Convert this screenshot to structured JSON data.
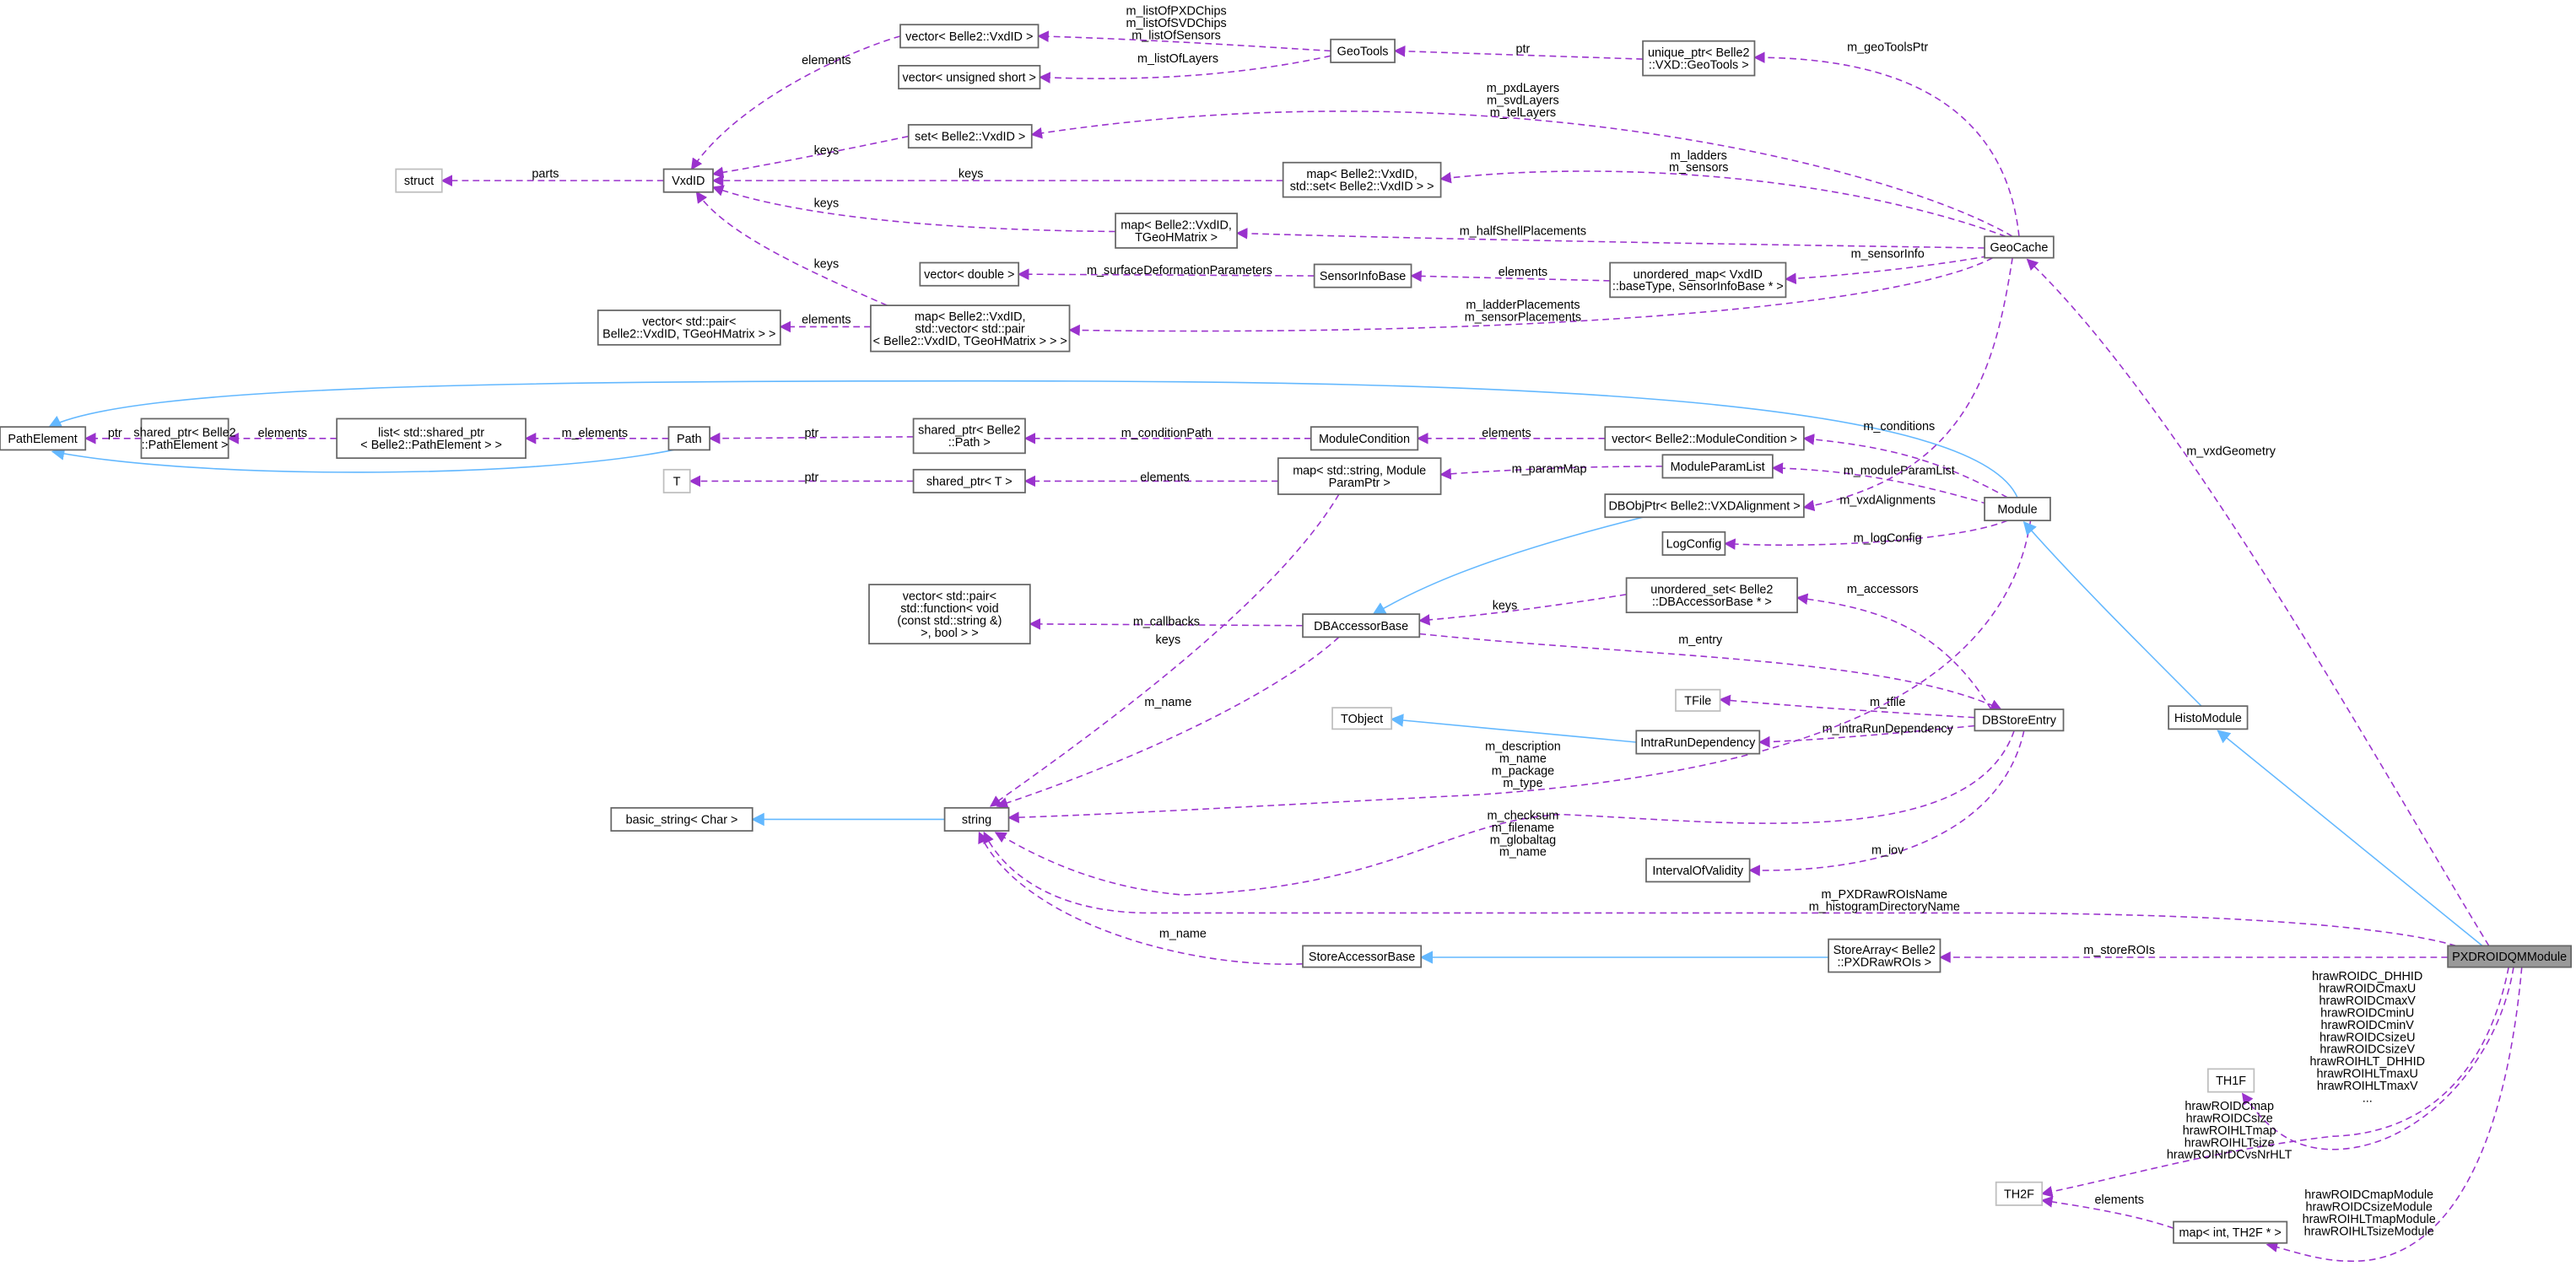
{
  "title": "PXDROIDQMModule",
  "colors": {
    "usage_edge": "#9a32cd",
    "inheritance_edge": "#63b8ff",
    "node_border": "#666666",
    "external_node_border": "#bfbfbf",
    "highlight_fill": "#999999"
  },
  "nodes": [
    {
      "id": "PathElement",
      "lines": [
        "PathElement"
      ]
    },
    {
      "id": "sharedPE",
      "lines": [
        "shared_ptr< Belle2",
        "::PathElement >"
      ]
    },
    {
      "id": "listPE",
      "lines": [
        "list< std::shared_ptr",
        "< Belle2::PathElement > >"
      ]
    },
    {
      "id": "Path",
      "lines": [
        "Path"
      ]
    },
    {
      "id": "T",
      "lines": [
        "T"
      ],
      "external": true
    },
    {
      "id": "struct",
      "lines": [
        "struct"
      ],
      "external": true
    },
    {
      "id": "VxdID",
      "lines": [
        "VxdID"
      ]
    },
    {
      "id": "vecVxd",
      "lines": [
        "vector< Belle2::VxdID >"
      ]
    },
    {
      "id": "vecUShort",
      "lines": [
        "vector< unsigned short >"
      ]
    },
    {
      "id": "setVxd",
      "lines": [
        "set< Belle2::VxdID >"
      ]
    },
    {
      "id": "GeoTools",
      "lines": [
        "GeoTools"
      ]
    },
    {
      "id": "uniqueGeoTools",
      "lines": [
        "unique_ptr< Belle2",
        "::VXD::GeoTools >"
      ]
    },
    {
      "id": "mapSet",
      "lines": [
        "map< Belle2::VxdID,",
        "std::set< Belle2::VxdID > >"
      ]
    },
    {
      "id": "mapTGeo",
      "lines": [
        "map< Belle2::VxdID,",
        "TGeoHMatrix >"
      ]
    },
    {
      "id": "GeoCache",
      "lines": [
        "GeoCache"
      ]
    },
    {
      "id": "vecDouble",
      "lines": [
        "vector< double >"
      ]
    },
    {
      "id": "SensorInfoBase",
      "lines": [
        "SensorInfoBase"
      ]
    },
    {
      "id": "umapSensor",
      "lines": [
        "unordered_map< VxdID",
        "::baseType, SensorInfoBase * >"
      ]
    },
    {
      "id": "vecPair",
      "lines": [
        "vector< std::pair<",
        "Belle2::VxdID, TGeoHMatrix > >"
      ]
    },
    {
      "id": "mapVec",
      "lines": [
        "map< Belle2::VxdID,",
        "std::vector< std::pair",
        "< Belle2::VxdID, TGeoHMatrix > > >"
      ]
    },
    {
      "id": "sharedPath",
      "lines": [
        "shared_ptr< Belle2",
        "::Path >"
      ]
    },
    {
      "id": "sharedT",
      "lines": [
        "shared_ptr< T >"
      ]
    },
    {
      "id": "ModuleCondition",
      "lines": [
        "ModuleCondition"
      ]
    },
    {
      "id": "vecMC",
      "lines": [
        "vector< Belle2::ModuleCondition >"
      ]
    },
    {
      "id": "mapParam",
      "lines": [
        "map< std::string, Module",
        "ParamPtr >"
      ]
    },
    {
      "id": "ModuleParamList",
      "lines": [
        "ModuleParamList"
      ]
    },
    {
      "id": "Module",
      "lines": [
        "Module"
      ]
    },
    {
      "id": "DBObjPtr",
      "lines": [
        "DBObjPtr< Belle2::VXDAlignment >"
      ]
    },
    {
      "id": "LogConfig",
      "lines": [
        "LogConfig"
      ]
    },
    {
      "id": "vecFunc",
      "lines": [
        "vector< std::pair<",
        "std::function< void",
        "(const std::string &)",
        ">, bool > >"
      ]
    },
    {
      "id": "DBAccessorBase",
      "lines": [
        "DBAccessorBase"
      ]
    },
    {
      "id": "usetDBA",
      "lines": [
        "unordered_set< Belle2",
        "::DBAccessorBase * >"
      ]
    },
    {
      "id": "TFile",
      "lines": [
        "TFile"
      ],
      "external": true
    },
    {
      "id": "TObject",
      "lines": [
        "TObject"
      ],
      "external": true
    },
    {
      "id": "IntraRunDependency",
      "lines": [
        "IntraRunDependency"
      ]
    },
    {
      "id": "DBStoreEntry",
      "lines": [
        "DBStoreEntry"
      ]
    },
    {
      "id": "basicString",
      "lines": [
        "basic_string< Char >"
      ]
    },
    {
      "id": "string",
      "lines": [
        "string"
      ]
    },
    {
      "id": "IntervalOfValidity",
      "lines": [
        "IntervalOfValidity"
      ]
    },
    {
      "id": "StoreAccessorBase",
      "lines": [
        "StoreAccessorBase"
      ]
    },
    {
      "id": "StoreArray",
      "lines": [
        "StoreArray< Belle2",
        "::PXDRawROIs >"
      ]
    },
    {
      "id": "HistoModule",
      "lines": [
        "HistoModule"
      ]
    },
    {
      "id": "PXDROIDQMModule",
      "lines": [
        "PXDROIDQMModule"
      ],
      "highlighted": true
    },
    {
      "id": "TH1F",
      "lines": [
        "TH1F"
      ],
      "external": true
    },
    {
      "id": "TH2F",
      "lines": [
        "TH2F"
      ],
      "external": true
    },
    {
      "id": "mapIntTH2F",
      "lines": [
        "map< int, TH2F * >"
      ]
    }
  ],
  "edges": [
    {
      "from": "VxdID",
      "to": "struct",
      "kind": "usage",
      "label": [
        "parts"
      ]
    },
    {
      "from": "vecVxd",
      "to": "VxdID",
      "kind": "usage",
      "label": [
        "elements"
      ]
    },
    {
      "from": "setVxd",
      "to": "VxdID",
      "kind": "usage",
      "label": [
        "keys"
      ]
    },
    {
      "from": "mapSet",
      "to": "VxdID",
      "kind": "usage",
      "label": [
        "keys"
      ]
    },
    {
      "from": "mapTGeo",
      "to": "VxdID",
      "kind": "usage",
      "label": [
        "keys"
      ]
    },
    {
      "from": "mapVec",
      "to": "VxdID",
      "kind": "usage",
      "label": [
        "keys"
      ]
    },
    {
      "from": "mapVec",
      "to": "vecPair",
      "kind": "usage",
      "label": [
        "elements"
      ]
    },
    {
      "from": "GeoTools",
      "to": "vecVxd",
      "kind": "usage",
      "label": [
        "m_listOfPXDChips",
        "m_listOfSVDChips",
        "m_listOfSensors"
      ]
    },
    {
      "from": "GeoTools",
      "to": "vecUShort",
      "kind": "usage",
      "label": [
        "m_listOfLayers"
      ]
    },
    {
      "from": "uniqueGeoTools",
      "to": "GeoTools",
      "kind": "usage",
      "label": [
        "ptr"
      ]
    },
    {
      "from": "GeoCache",
      "to": "uniqueGeoTools",
      "kind": "usage",
      "label": [
        "m_geoToolsPtr"
      ]
    },
    {
      "from": "GeoCache",
      "to": "setVxd",
      "kind": "usage",
      "label": [
        "m_pxdLayers",
        "m_svdLayers",
        "m_telLayers"
      ]
    },
    {
      "from": "GeoCache",
      "to": "mapSet",
      "kind": "usage",
      "label": [
        "m_ladders",
        "m_sensors"
      ]
    },
    {
      "from": "GeoCache",
      "to": "mapTGeo",
      "kind": "usage",
      "label": [
        "m_halfShellPlacements"
      ]
    },
    {
      "from": "GeoCache",
      "to": "umapSensor",
      "kind": "usage",
      "label": [
        "m_sensorInfo"
      ]
    },
    {
      "from": "umapSensor",
      "to": "SensorInfoBase",
      "kind": "usage",
      "label": [
        "elements"
      ]
    },
    {
      "from": "SensorInfoBase",
      "to": "vecDouble",
      "kind": "usage",
      "label": [
        "m_surfaceDeformationParameters"
      ]
    },
    {
      "from": "GeoCache",
      "to": "mapVec",
      "kind": "usage",
      "label": [
        "m_ladderPlacements",
        "m_sensorPlacements"
      ]
    },
    {
      "from": "sharedPE",
      "to": "PathElement",
      "kind": "usage",
      "label": [
        "ptr"
      ]
    },
    {
      "from": "listPE",
      "to": "sharedPE",
      "kind": "usage",
      "label": [
        "elements"
      ]
    },
    {
      "from": "Path",
      "to": "listPE",
      "kind": "usage",
      "label": [
        "m_elements"
      ]
    },
    {
      "from": "Path",
      "to": "PathElement",
      "kind": "inheritance",
      "label": []
    },
    {
      "from": "Module",
      "to": "PathElement",
      "kind": "inheritance",
      "label": []
    },
    {
      "from": "sharedPath",
      "to": "Path",
      "kind": "usage",
      "label": [
        "ptr"
      ]
    },
    {
      "from": "sharedT",
      "to": "T",
      "kind": "usage",
      "label": [
        "ptr"
      ]
    },
    {
      "from": "ModuleCondition",
      "to": "sharedPath",
      "kind": "usage",
      "label": [
        "m_conditionPath"
      ]
    },
    {
      "from": "vecMC",
      "to": "ModuleCondition",
      "kind": "usage",
      "label": [
        "elements"
      ]
    },
    {
      "from": "mapParam",
      "to": "sharedT",
      "kind": "usage",
      "label": [
        "elements"
      ]
    },
    {
      "from": "ModuleParamList",
      "to": "mapParam",
      "kind": "usage",
      "label": [
        "m_paramMap"
      ]
    },
    {
      "from": "Module",
      "to": "vecMC",
      "kind": "usage",
      "label": [
        "m_conditions"
      ]
    },
    {
      "from": "Module",
      "to": "ModuleParamList",
      "kind": "usage",
      "label": [
        "m_moduleParamList"
      ]
    },
    {
      "from": "Module",
      "to": "LogConfig",
      "kind": "usage",
      "label": [
        "m_logConfig"
      ]
    },
    {
      "from": "GeoCache",
      "to": "DBObjPtr",
      "kind": "usage",
      "label": [
        "m_vxdAlignments"
      ]
    },
    {
      "from": "DBObjPtr",
      "to": "DBAccessorBase",
      "kind": "inheritance",
      "label": []
    },
    {
      "from": "mapParam",
      "to": "string",
      "kind": "usage",
      "label": [
        "keys"
      ]
    },
    {
      "from": "DBAccessorBase",
      "to": "vecFunc",
      "kind": "usage",
      "label": [
        "m_callbacks"
      ]
    },
    {
      "from": "DBAccessorBase",
      "to": "string",
      "kind": "usage",
      "label": [
        "m_name"
      ]
    },
    {
      "from": "usetDBA",
      "to": "DBAccessorBase",
      "kind": "usage",
      "label": [
        "keys"
      ]
    },
    {
      "from": "DBAccessorBase",
      "to": "DBStoreEntry",
      "kind": "usage",
      "label": [
        "m_entry"
      ]
    },
    {
      "from": "DBStoreEntry",
      "to": "usetDBA",
      "kind": "usage",
      "label": [
        "m_accessors"
      ]
    },
    {
      "from": "DBStoreEntry",
      "to": "TFile",
      "kind": "usage",
      "label": [
        "m_tfile"
      ]
    },
    {
      "from": "DBStoreEntry",
      "to": "IntraRunDependency",
      "kind": "usage",
      "label": [
        "m_intraRunDependency"
      ]
    },
    {
      "from": "IntraRunDependency",
      "to": "TObject",
      "kind": "inheritance",
      "label": []
    },
    {
      "from": "Module",
      "to": "string",
      "kind": "usage",
      "label": [
        "m_description",
        "m_name",
        "m_package",
        "m_type"
      ]
    },
    {
      "from": "DBStoreEntry",
      "to": "string",
      "kind": "usage",
      "label": [
        "m_checksum",
        "m_filename",
        "m_globaltag",
        "m_name"
      ]
    },
    {
      "from": "DBStoreEntry",
      "to": "IntervalOfValidity",
      "kind": "usage",
      "label": [
        "m_iov"
      ]
    },
    {
      "from": "string",
      "to": "basicString",
      "kind": "inheritance",
      "label": []
    },
    {
      "from": "PXDROIDQMModule",
      "to": "GeoCache",
      "kind": "usage",
      "label": [
        "m_vxdGeometry"
      ]
    },
    {
      "from": "PXDROIDQMModule",
      "to": "string",
      "kind": "usage",
      "label": [
        "m_PXDRawROIsName",
        "m_histogramDirectoryName"
      ]
    },
    {
      "from": "PXDROIDQMModule",
      "to": "StoreArray",
      "kind": "usage",
      "label": [
        "m_storeROIs"
      ]
    },
    {
      "from": "StoreArray",
      "to": "StoreAccessorBase",
      "kind": "inheritance",
      "label": []
    },
    {
      "from": "StoreAccessorBase",
      "to": "string",
      "kind": "usage",
      "label": [
        "m_name"
      ]
    },
    {
      "from": "HistoModule",
      "to": "Module",
      "kind": "inheritance",
      "label": []
    },
    {
      "from": "PXDROIDQMModule",
      "to": "HistoModule",
      "kind": "inheritance",
      "label": []
    },
    {
      "from": "PXDROIDQMModule",
      "to": "TH1F",
      "kind": "usage",
      "label": [
        "hrawROIDC_DHHID",
        "hrawROIDCmaxU",
        "hrawROIDCmaxV",
        "hrawROIDCminU",
        "hrawROIDCminV",
        "hrawROIDCsizeU",
        "hrawROIDCsizeV",
        "hrawROIHLT_DHHID",
        "hrawROIHLTmaxU",
        "hrawROIHLTmaxV",
        "..."
      ]
    },
    {
      "from": "PXDROIDQMModule",
      "to": "TH2F",
      "kind": "usage",
      "label": [
        "hrawROIDCmap",
        "hrawROIDCsize",
        "hrawROIHLTmap",
        "hrawROIHLTsize",
        "hrawROINrDCvsNrHLT"
      ]
    },
    {
      "from": "PXDROIDQMModule",
      "to": "mapIntTH2F",
      "kind": "usage",
      "label": [
        "hrawROIDCmapModule",
        "hrawROIDCsizeModule",
        "hrawROIHLTmapModule",
        "hrawROIHLTsizeModule"
      ]
    },
    {
      "from": "mapIntTH2F",
      "to": "TH2F",
      "kind": "usage",
      "label": [
        "elements"
      ]
    }
  ]
}
